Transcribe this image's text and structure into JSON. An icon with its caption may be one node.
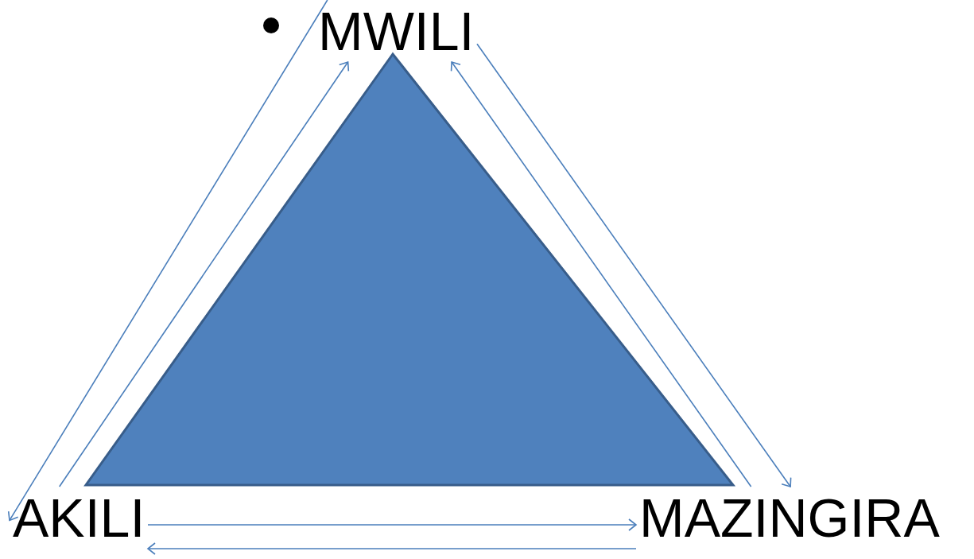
{
  "diagram": {
    "nodes": [
      {
        "text": [
          "MWILI"
        ]
      },
      {
        "text": [
          "AKILI"
        ]
      },
      {
        "text": [
          "MAZINGIRA"
        ]
      }
    ],
    "edges": [
      {
        "from": 0,
        "to": 1,
        "arrow": "to"
      },
      {
        "from": 1,
        "to": 0,
        "arrow": "to"
      },
      {
        "from": 2,
        "to": 0,
        "arrow": "to"
      },
      {
        "from": 0,
        "to": 2,
        "arrow": "to"
      },
      {
        "from": 1,
        "to": 2,
        "arrow": "to"
      },
      {
        "from": 2,
        "to": 1,
        "arrow": "to"
      }
    ]
  }
}
